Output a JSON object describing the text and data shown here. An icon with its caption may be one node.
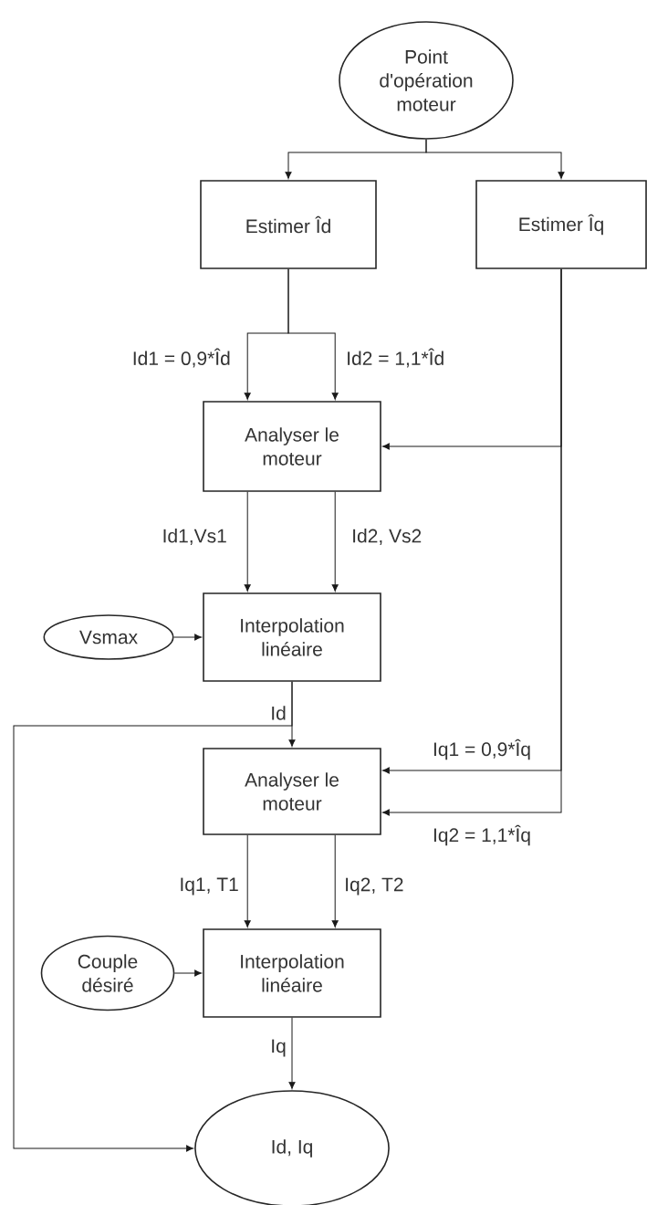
{
  "diagram": {
    "nodes": [
      {
        "text": [
          "Point d'opération moteur"
        ]
      },
      {
        "text": [
          "Estimer Îd"
        ]
      },
      {
        "text": [
          "Estimer Îq"
        ]
      },
      {
        "text": [
          "Analyser le moteur"
        ]
      },
      {
        "text": [
          "Vsmax"
        ]
      },
      {
        "text": [
          "Interpolation linéaire"
        ]
      },
      {
        "text": [
          "Analyser le moteur"
        ]
      },
      {
        "text": [
          "Couple désiré"
        ]
      },
      {
        "text": [
          "Interpolation linéaire"
        ]
      },
      {
        "text": [
          "Id, Iq"
        ]
      }
    ],
    "edges": [
      {
        "from": 0,
        "to": 1,
        "arrow": "to"
      },
      {
        "from": 0,
        "to": 2,
        "arrow": "to"
      },
      {
        "from": 1,
        "to": 3,
        "arrow": "to",
        "label": "Id1 = 0,9*Îd"
      },
      {
        "from": 1,
        "to": 3,
        "arrow": "to",
        "label": "Id2 = 1,1*Îd"
      },
      {
        "from": 2,
        "to": 3,
        "arrow": "to"
      },
      {
        "from": 3,
        "to": 5,
        "arrow": "to",
        "label": "Id1,Vs1"
      },
      {
        "from": 3,
        "to": 5,
        "arrow": "to",
        "label": "Id2, Vs2"
      },
      {
        "from": 4,
        "to": 5,
        "arrow": "to"
      },
      {
        "from": 5,
        "to": 6,
        "arrow": "to",
        "label": "Id"
      },
      {
        "from": 5,
        "to": 9,
        "arrow": "to"
      },
      {
        "from": 2,
        "to": 6,
        "arrow": "to",
        "label": "Iq1 = 0,9*Îq"
      },
      {
        "from": 2,
        "to": 6,
        "arrow": "to",
        "label": "Iq2 = 1,1*Îq"
      },
      {
        "from": 6,
        "to": 8,
        "arrow": "to",
        "label": "Iq1, T1"
      },
      {
        "from": 6,
        "to": 8,
        "arrow": "to",
        "label": "Iq2, T2"
      },
      {
        "from": 7,
        "to": 8,
        "arrow": "to"
      },
      {
        "from": 8,
        "to": 9,
        "arrow": "to",
        "label": "Iq"
      }
    ]
  }
}
